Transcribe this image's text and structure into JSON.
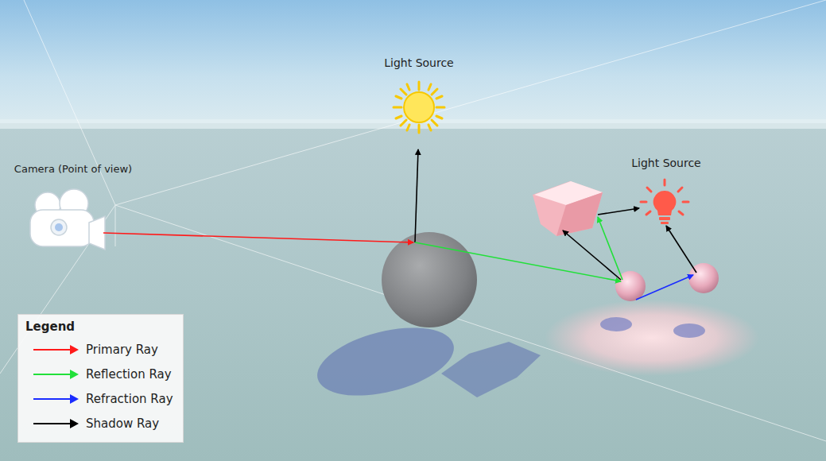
{
  "diagram": {
    "nodes": [
      {
        "text": [
          "Camera (Point of view)"
        ]
      },
      {
        "text": [
          "Light Source"
        ]
      },
      {
        "text": [
          "Light Source"
        ]
      }
    ],
    "labels": [
      "Legend"
    ],
    "legend": [
      {
        "text": "Primary Ray"
      },
      {
        "text": "Reflection Ray"
      },
      {
        "text": "Refraction Ray"
      },
      {
        "text": "Shadow Ray"
      }
    ]
  }
}
